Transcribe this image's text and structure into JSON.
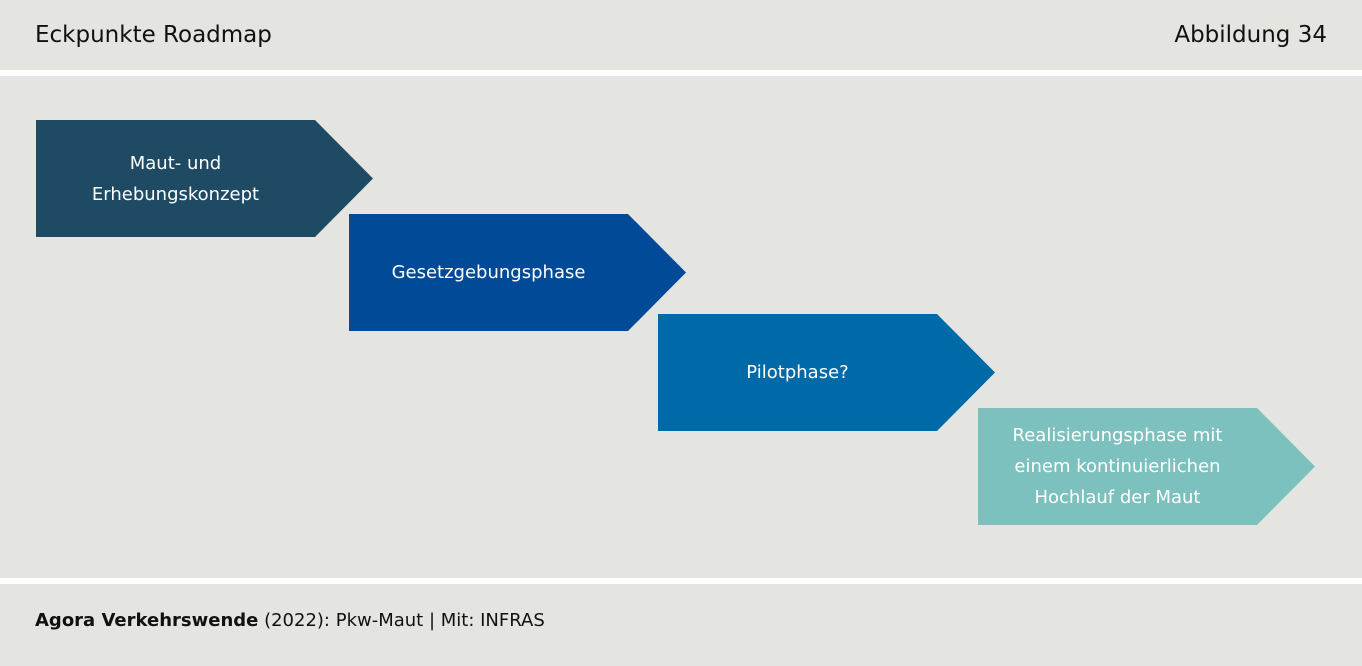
{
  "header": {
    "title": "Eckpunkte Roadmap",
    "figure": "Abbildung 34"
  },
  "steps": [
    {
      "label": "Maut- und\nErhebungskonzept",
      "color": "#1f4a63"
    },
    {
      "label": "Gesetzgebungsphase",
      "color": "#004a98"
    },
    {
      "label": "Pilotphase?",
      "color": "#0069a8"
    },
    {
      "label": "Realisierungsphase mit\neinem kontinuierlichen\nHochlauf der Maut",
      "color": "#7cc1bd"
    }
  ],
  "footer": {
    "author": "Agora Verkehrswende",
    "rest": " (2022): Pkw-Maut | Mit: INFRAS"
  }
}
